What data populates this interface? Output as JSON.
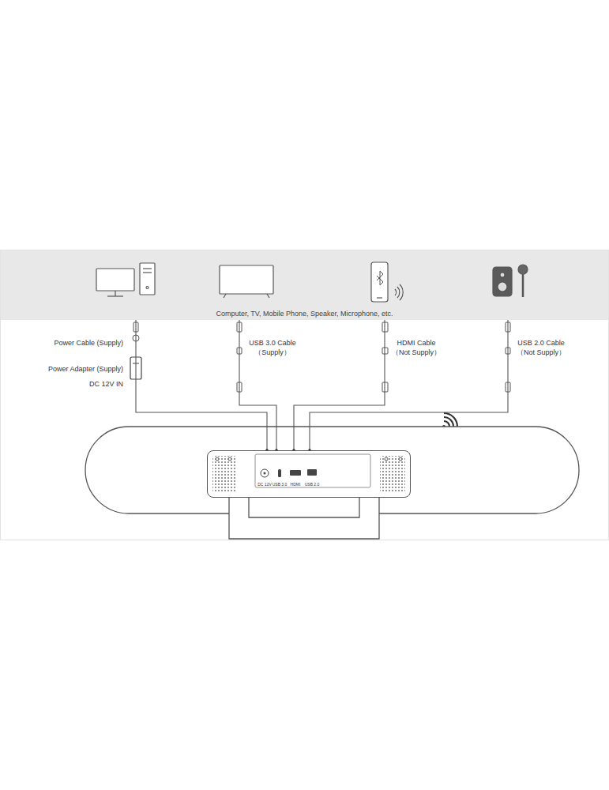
{
  "diagram": {
    "nodes": [
      {
        "text": [
          "Computer, TV, Mobile Phone, Speaker, Microphone, etc."
        ]
      },
      {
        "text": [
          "DC 12V",
          "USB 3.0",
          "HDMI",
          "USB 2.0"
        ]
      }
    ],
    "edges": [
      {
        "from": 0,
        "to": 1,
        "arrow": "none",
        "label": "Power Cable (Supply)"
      },
      {
        "from": 0,
        "to": 1,
        "arrow": "none",
        "label": "USB 3.0 Cable （Supply）"
      },
      {
        "from": 0,
        "to": 1,
        "arrow": "none",
        "label": "HDMI Cable （Not Supply）"
      },
      {
        "from": 0,
        "to": 1,
        "arrow": "none",
        "label": "USB 2.0 Cable （Not Supply）"
      }
    ],
    "labels": [
      "Power Adapter (Supply)",
      "DC 12V IN"
    ]
  }
}
